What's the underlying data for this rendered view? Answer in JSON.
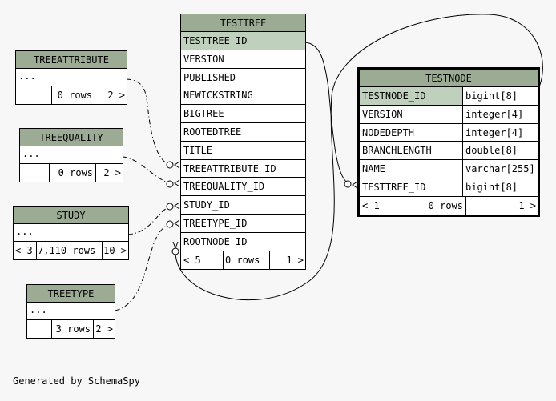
{
  "testtree": {
    "name": "TESTTREE",
    "columns": [
      "TESTTREE_ID",
      "VERSION",
      "PUBLISHED",
      "NEWICKSTRING",
      "BIGTREE",
      "ROOTEDTREE",
      "TITLE",
      "TREEATTRIBUTE_ID",
      "TREEQUALITY_ID",
      "STUDY_ID",
      "TREETYPE_ID",
      "ROOTNODE_ID"
    ],
    "footer": [
      "< 5",
      "0 rows",
      "1 >"
    ]
  },
  "testnode": {
    "name": "TESTNODE",
    "columns": [
      {
        "name": "TESTNODE_ID",
        "type": "bigint[8]"
      },
      {
        "name": "VERSION",
        "type": "integer[4]"
      },
      {
        "name": "NODEDEPTH",
        "type": "integer[4]"
      },
      {
        "name": "BRANCHLENGTH",
        "type": "double[8]"
      },
      {
        "name": "NAME",
        "type": "varchar[255]"
      },
      {
        "name": "TESTTREE_ID",
        "type": "bigint[8]"
      }
    ],
    "footer": [
      "< 1",
      "0 rows",
      "1 >"
    ]
  },
  "treeattribute": {
    "name": "TREEATTRIBUTE",
    "placeholder": "...",
    "footer": [
      "",
      "0 rows",
      "2 >"
    ]
  },
  "treequality": {
    "name": "TREEQUALITY",
    "placeholder": "...",
    "footer": [
      "",
      "0 rows",
      "2 >"
    ]
  },
  "study": {
    "name": "STUDY",
    "placeholder": "...",
    "footer": [
      "< 3",
      "7,110 rows",
      "10 >"
    ]
  },
  "treetype": {
    "name": "TREETYPE",
    "placeholder": "...",
    "footer": [
      "",
      "3 rows",
      "2 >"
    ]
  },
  "generated": "Generated by SchemaSpy",
  "colors": {
    "header": "#9cab94",
    "key": "#bfd1bd",
    "background": "#f7f7f7"
  }
}
